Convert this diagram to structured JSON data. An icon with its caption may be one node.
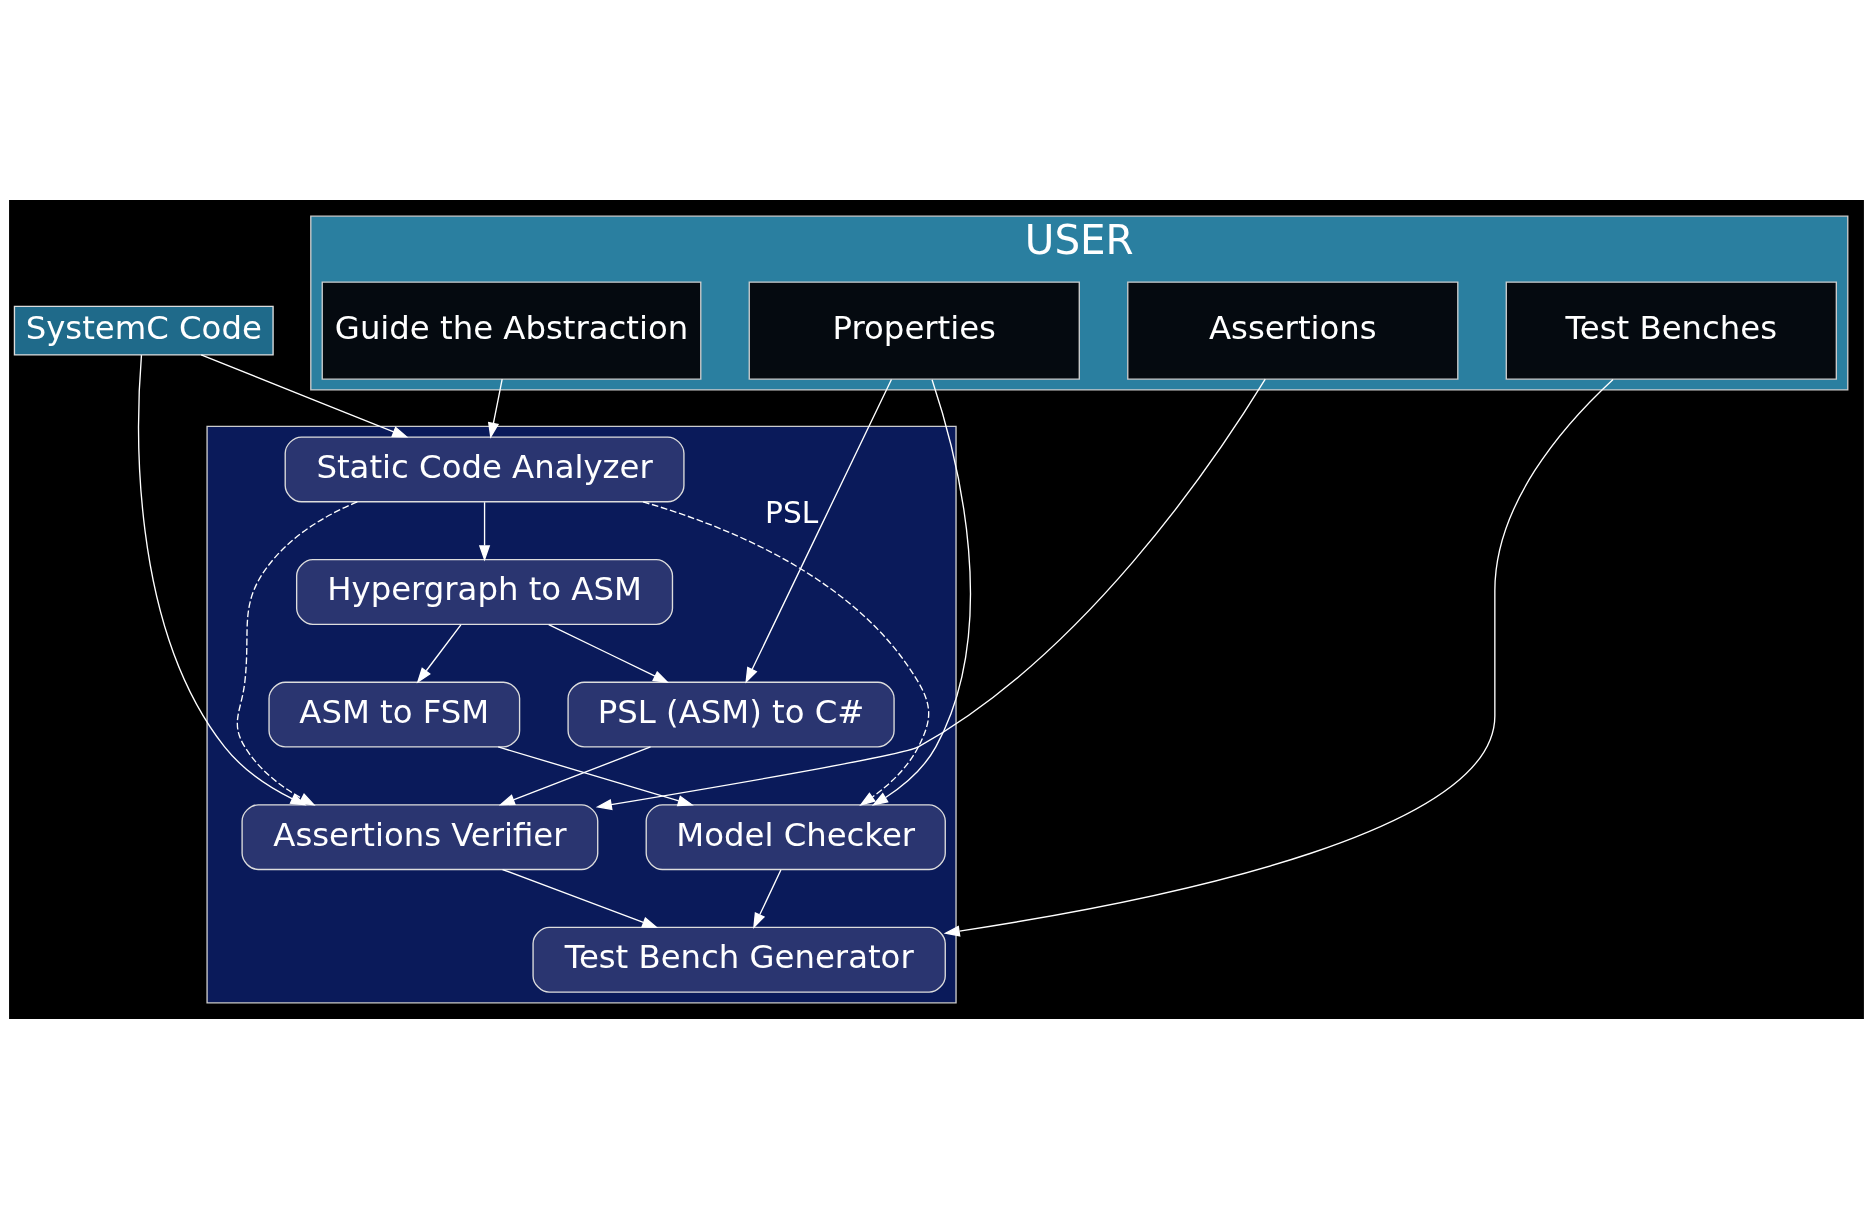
{
  "diagram": {
    "nodes": [
      {
        "text": [
          "SystemC Code"
        ]
      },
      {
        "text": [],
        "shape": "box"
      },
      {
        "text": [
          "Static Code Analyzer"
        ],
        "in": 1
      },
      {
        "text": [
          "Hypergraph to ASM"
        ],
        "in": 1
      },
      {
        "text": [
          "PSL (ASM) to C#"
        ],
        "in": 1
      },
      {
        "text": [
          "ASM to FSM"
        ],
        "in": 1
      },
      {
        "text": [
          "Assertions Verifier"
        ],
        "in": 1
      },
      {
        "text": [
          "Model Checker"
        ],
        "in": 1
      },
      {
        "text": [
          "Test Bench Generator"
        ],
        "in": 1
      },
      {
        "text": [
          "USER"
        ]
      },
      {
        "text": [
          "Guide the Abstraction"
        ],
        "in": 9
      },
      {
        "text": [
          "Properties"
        ],
        "in": 9
      },
      {
        "text": [
          "Test Benches"
        ],
        "in": 9
      },
      {
        "text": [
          "Assertions"
        ],
        "in": 9
      }
    ],
    "edges": [
      {
        "from": 0,
        "to": 2,
        "arrow": "to"
      },
      {
        "from": 0,
        "to": 6,
        "arrow": "to"
      },
      {
        "from": 10,
        "to": 2,
        "arrow": "to"
      },
      {
        "from": 2,
        "to": 6,
        "arrow": "to",
        "style": "dashed"
      },
      {
        "from": 2,
        "to": 7,
        "arrow": "to",
        "style": "dashed"
      },
      {
        "from": 2,
        "to": 3,
        "arrow": "to"
      },
      {
        "from": 3,
        "to": 4,
        "arrow": "to"
      },
      {
        "from": 3,
        "to": 5,
        "arrow": "to"
      },
      {
        "from": 4,
        "to": 6,
        "arrow": "to"
      },
      {
        "from": 5,
        "to": 7,
        "arrow": "to"
      },
      {
        "from": 6,
        "to": 8,
        "arrow": "to"
      },
      {
        "from": 7,
        "to": 8,
        "arrow": "to"
      },
      {
        "from": 11,
        "to": 7,
        "arrow": "to"
      },
      {
        "from": 11,
        "to": 4,
        "arrow": "to",
        "label": "PSL"
      },
      {
        "from": 12,
        "to": 8,
        "arrow": "to"
      },
      {
        "from": 13,
        "to": 6,
        "arrow": "to"
      }
    ]
  }
}
